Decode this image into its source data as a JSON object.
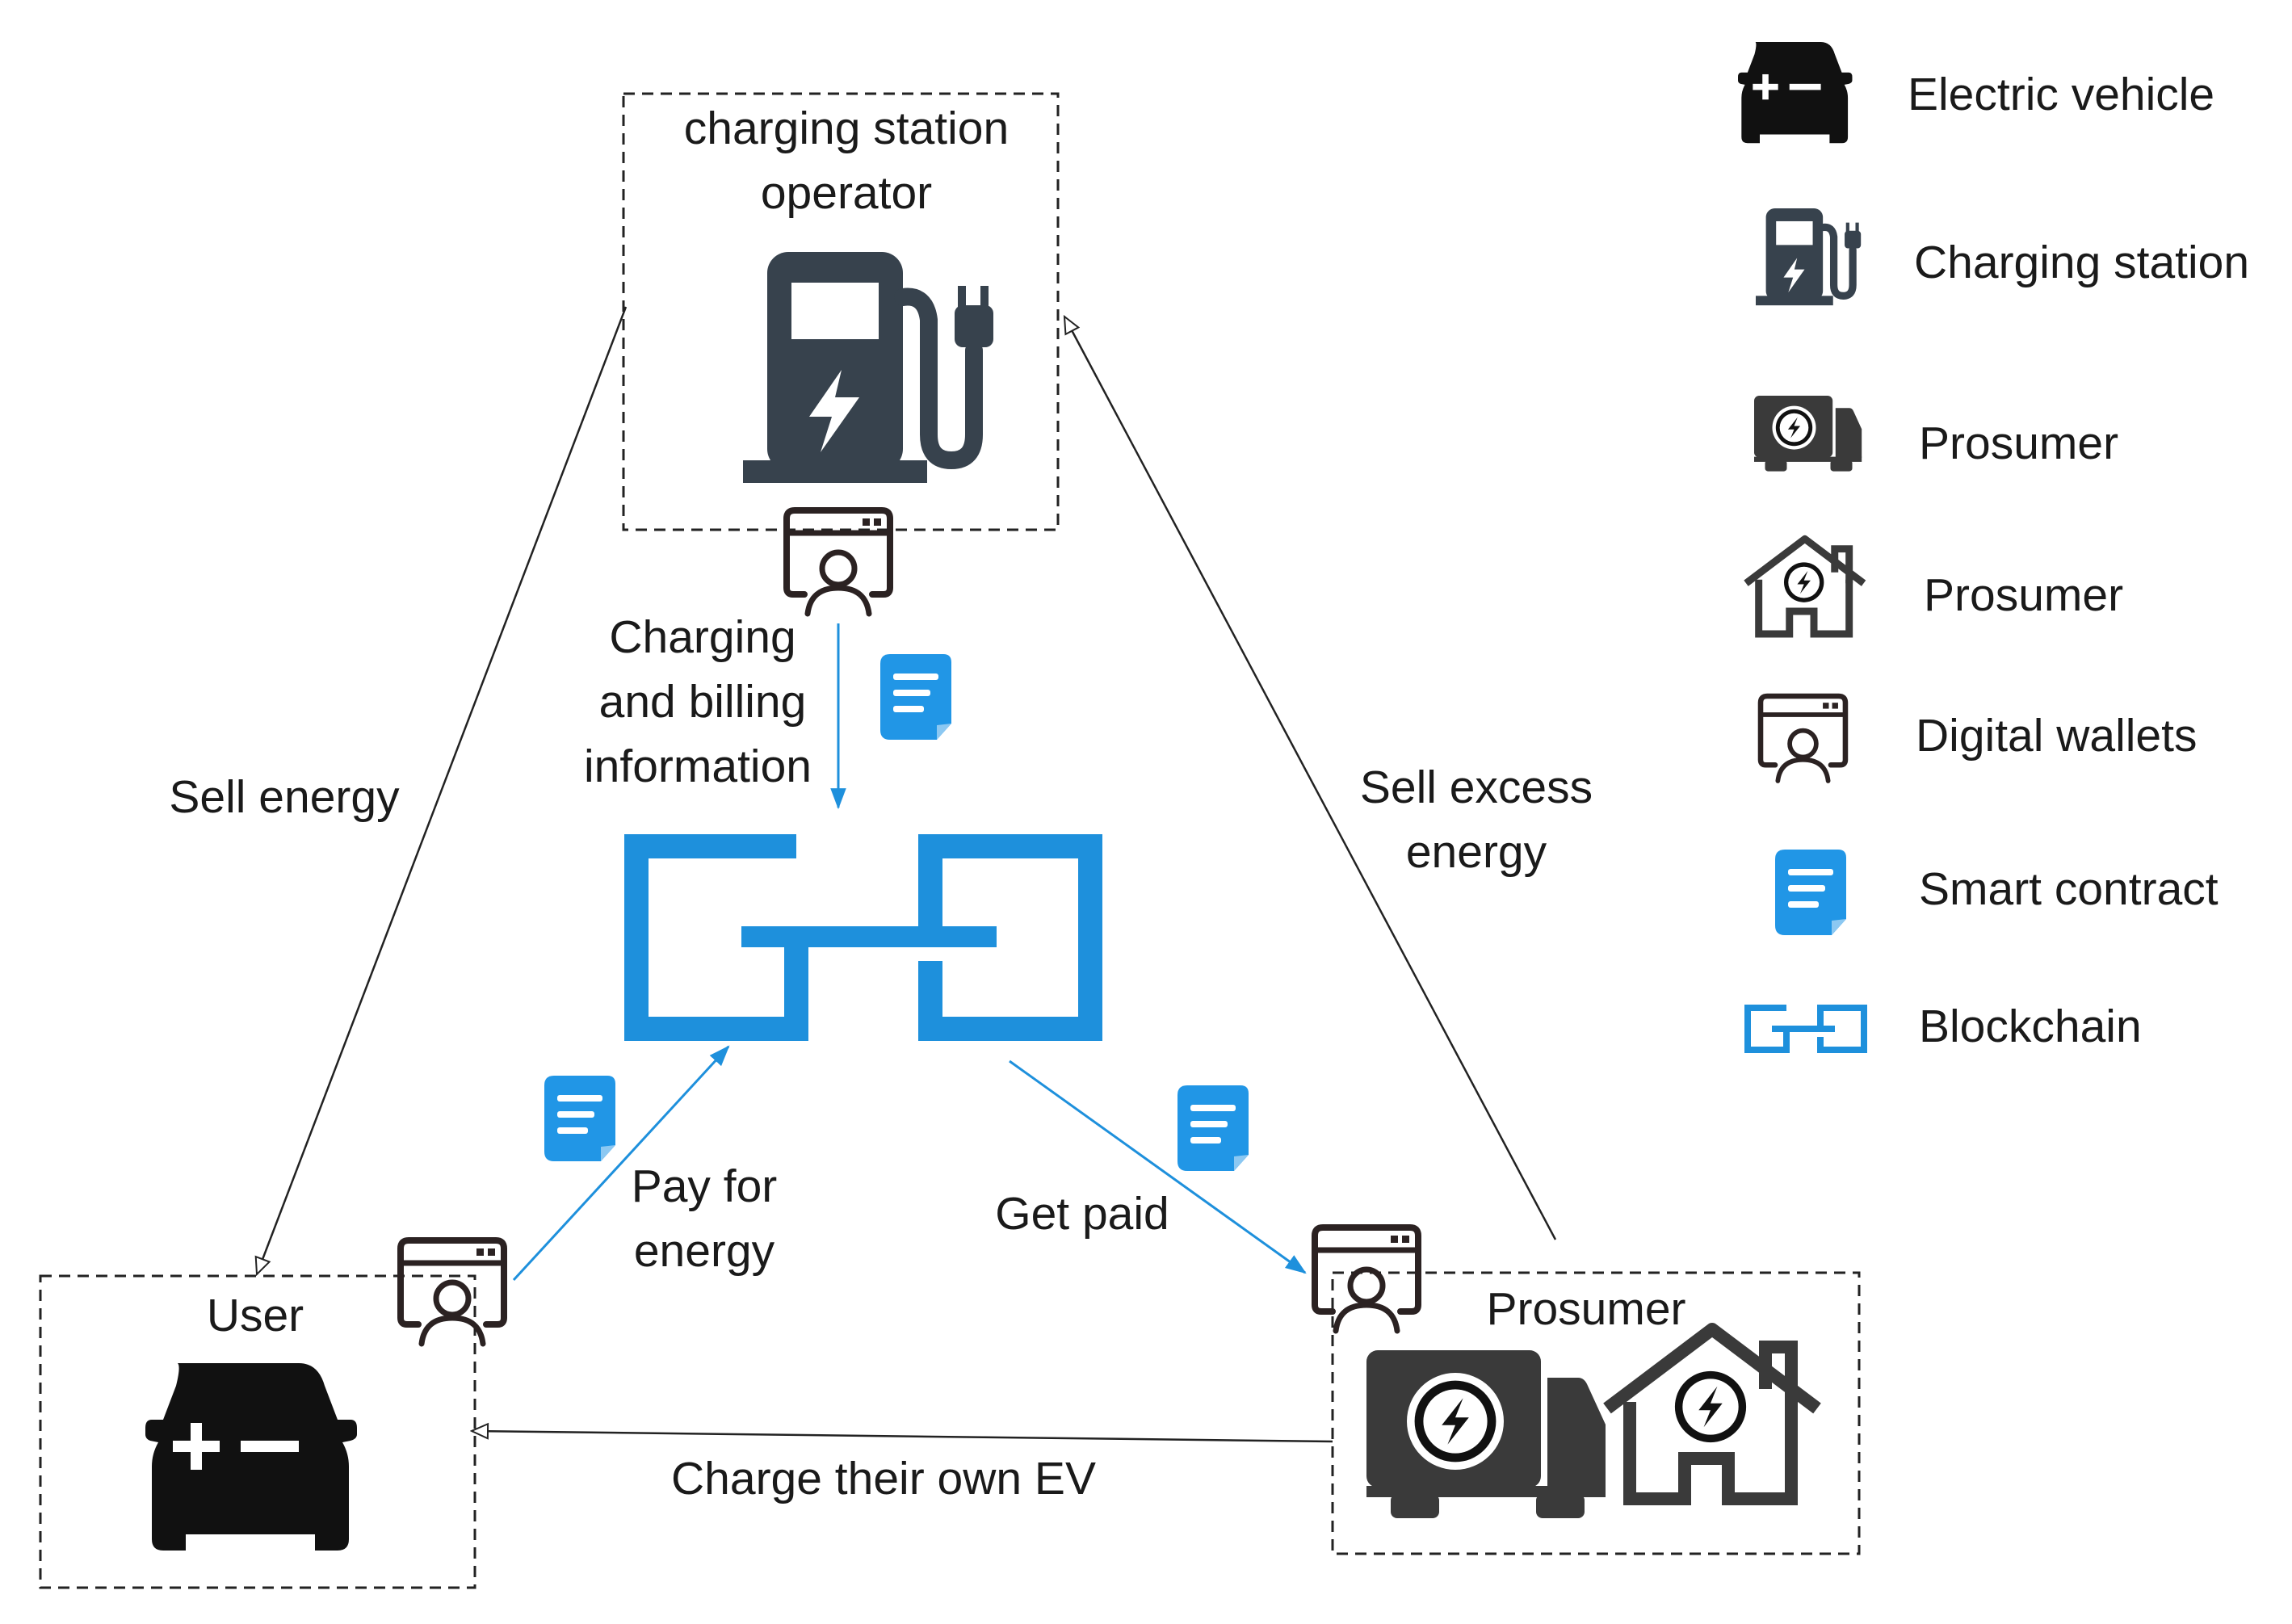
{
  "nodes": {
    "operator": {
      "label_line1": "charging station",
      "label_line2": "operator"
    },
    "user": {
      "label": "User"
    },
    "prosumer": {
      "label": "Prosumer"
    }
  },
  "edges": {
    "sell_energy": "Sell energy",
    "sell_excess_line1": "Sell excess",
    "sell_excess_line2": "energy",
    "charging_info_line1": "Charging",
    "charging_info_line2": "and billing",
    "charging_info_line3": "information",
    "pay_line1": "Pay for",
    "pay_line2": "energy",
    "get_paid": "Get paid",
    "charge_own": "Charge their own EV"
  },
  "legend": [
    {
      "icon": "electric-vehicle-icon",
      "label": "Electric vehicle"
    },
    {
      "icon": "charging-station-icon",
      "label": "Charging station"
    },
    {
      "icon": "prosumer-truck-icon",
      "label": "Prosumer"
    },
    {
      "icon": "prosumer-house-icon",
      "label": "Prosumer"
    },
    {
      "icon": "digital-wallet-icon",
      "label": "Digital wallets"
    },
    {
      "icon": "smart-contract-icon",
      "label": "Smart contract"
    },
    {
      "icon": "blockchain-icon",
      "label": "Blockchain"
    }
  ],
  "colors": {
    "blockchain_blue": "#1E90DC",
    "contract_blue": "#2196E6",
    "station_slate": "#37424D",
    "ev_black": "#111111",
    "prosumer_gray": "#3A3A3A",
    "wallet_dark": "#2B2222",
    "line_dark": "#222222"
  }
}
